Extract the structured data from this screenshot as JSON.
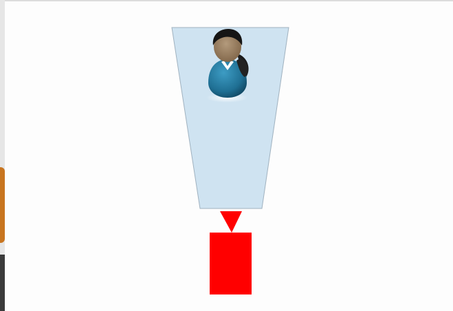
{
  "diagram": {
    "elements": [
      {
        "kind": "view-frustum",
        "fill": "#cfe3f1",
        "stroke": "#9fb1bf"
      },
      {
        "kind": "person",
        "icon": "businesswoman-icon",
        "shirt_color": "#1f6f93",
        "hair_color": "#1b1b1b",
        "skin_color": "#9a7f63"
      },
      {
        "kind": "lens-cone",
        "fill": "#ff0000"
      },
      {
        "kind": "camera-body",
        "fill": "#ff0000"
      }
    ]
  },
  "colors": {
    "background": "#fdfdfd",
    "left_accent_orange": "#c8751f",
    "left_accent_dark": "#3b3b3b"
  }
}
